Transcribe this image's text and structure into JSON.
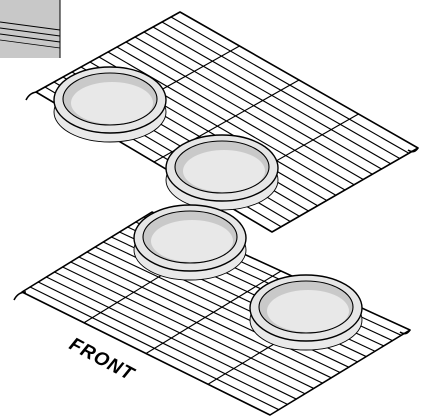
{
  "diagram": {
    "label_front": "FRONT",
    "colors": {
      "background": "#ffffff",
      "wire": "#000000",
      "pan_rim": "#e6e6e6",
      "pan_inner": "#c9c9c9",
      "corner_panel": "#c8c8c8"
    },
    "racks": [
      {
        "name": "upper-rack",
        "pans": 2
      },
      {
        "name": "lower-rack",
        "pans": 2
      }
    ],
    "pans_total": 4,
    "pan_shape": "round-cake-pan"
  }
}
